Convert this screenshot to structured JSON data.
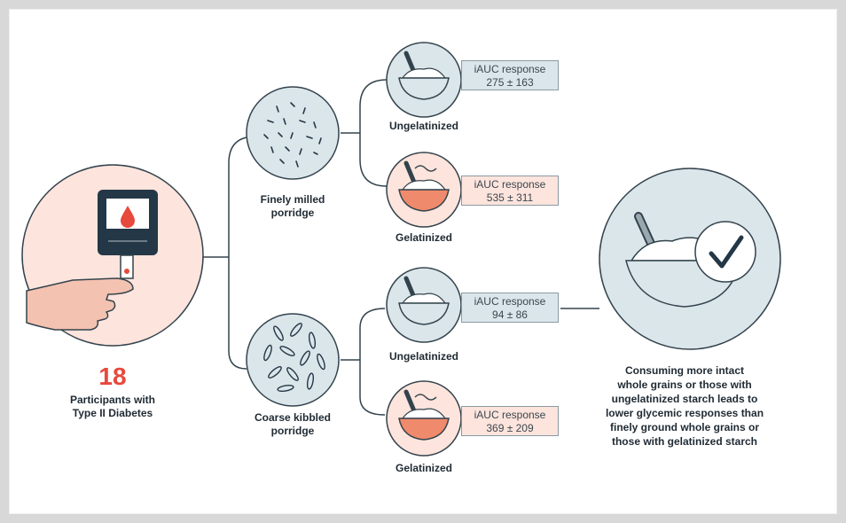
{
  "participants": {
    "count": "18",
    "label_line1": "Participants with",
    "label_line2": "Type II Diabetes"
  },
  "porridges": {
    "fine": {
      "line1": "Finely milled",
      "line2": "porridge"
    },
    "coarse": {
      "line1": "Coarse kibbled",
      "line2": "porridge"
    }
  },
  "outcomes": [
    {
      "state": "Ungelatinized",
      "response_label": "iAUC response",
      "response_value": "275 ± 163"
    },
    {
      "state": "Gelatinized",
      "response_label": "iAUC response",
      "response_value": "535 ± 311"
    },
    {
      "state": "Ungelatinized",
      "response_label": "iAUC response",
      "response_value": "94 ± 86"
    },
    {
      "state": "Gelatinized",
      "response_label": "iAUC response",
      "response_value": "369 ± 209"
    }
  ],
  "conclusion": {
    "lines": [
      "Consuming more intact",
      "whole grains or those with",
      "ungelatinized starch leads to",
      "lower glycemic responses than",
      "finely ground whole grains or",
      "those with gelatinized starch"
    ]
  },
  "colors": {
    "accent_red": "#e7493c",
    "pink_bg": "#fde4dc",
    "blue_bg": "#dbe6ea",
    "line": "#33434d"
  }
}
